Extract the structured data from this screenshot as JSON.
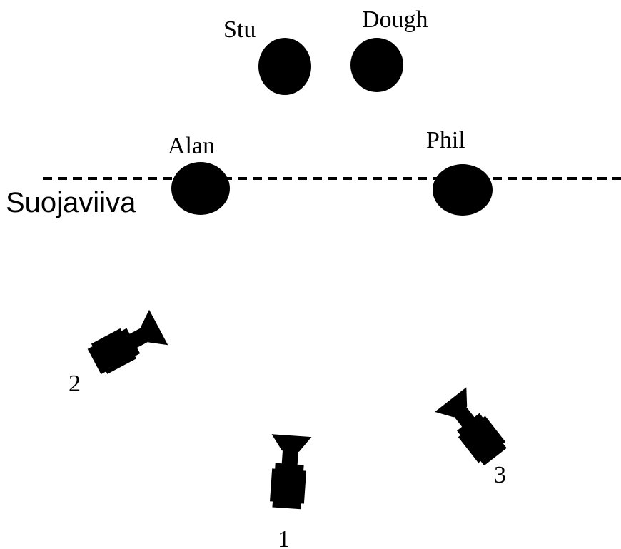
{
  "line": {
    "label": "Suojaviiva",
    "color": "#000000"
  },
  "actors": {
    "stu": {
      "name": "Stu"
    },
    "dough": {
      "name": "Dough"
    },
    "alan": {
      "name": "Alan"
    },
    "phil": {
      "name": "Phil"
    }
  },
  "cameras": {
    "c1": {
      "number": "1"
    },
    "c2": {
      "number": "2"
    },
    "c3": {
      "number": "3"
    }
  },
  "colors": {
    "ink": "#000000",
    "background": "#ffffff"
  },
  "icons": {
    "actor": "filled-circle",
    "camera": "movie-camera-icon"
  }
}
